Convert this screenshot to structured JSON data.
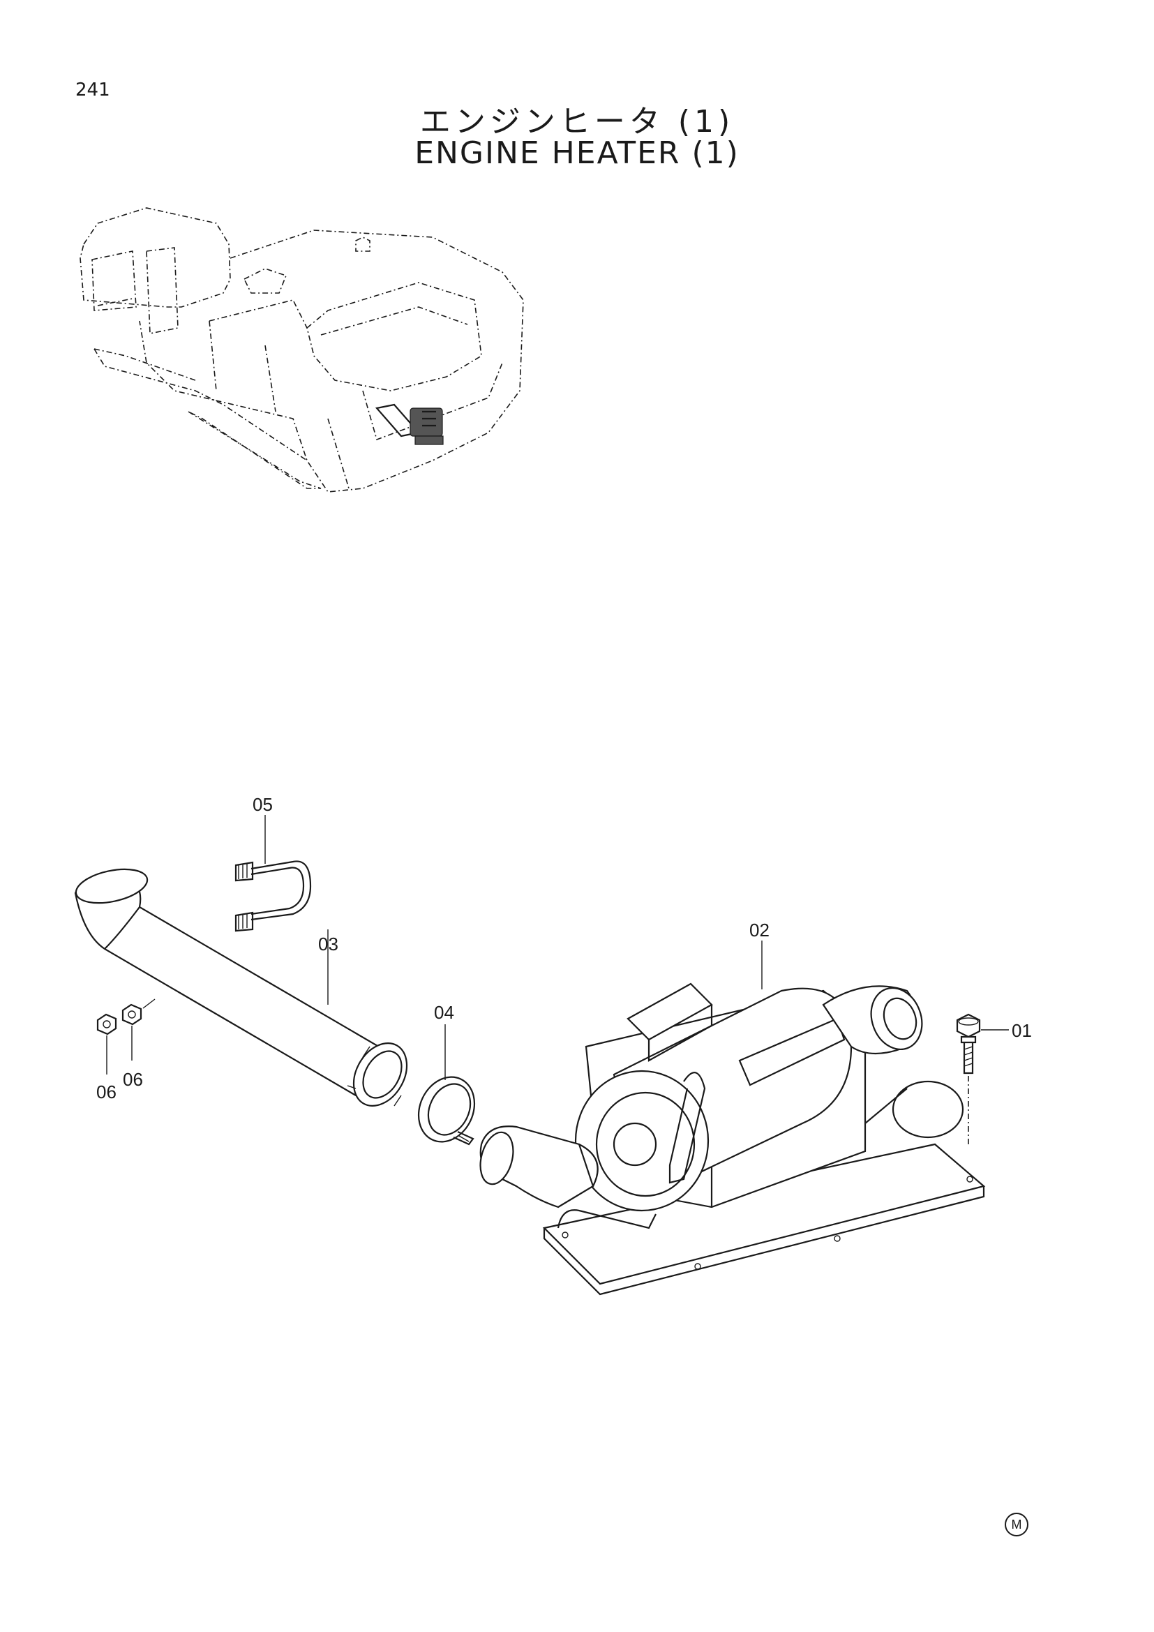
{
  "page": {
    "number": "241"
  },
  "title": {
    "japanese": "エンジンヒータ (1)",
    "english": "ENGINE HEATER (1)"
  },
  "callouts": {
    "c01": "01",
    "c02": "02",
    "c03": "03",
    "c04": "04",
    "c05": "05",
    "c06a": "06",
    "c06b": "06"
  },
  "footer": {
    "mark": "M"
  }
}
